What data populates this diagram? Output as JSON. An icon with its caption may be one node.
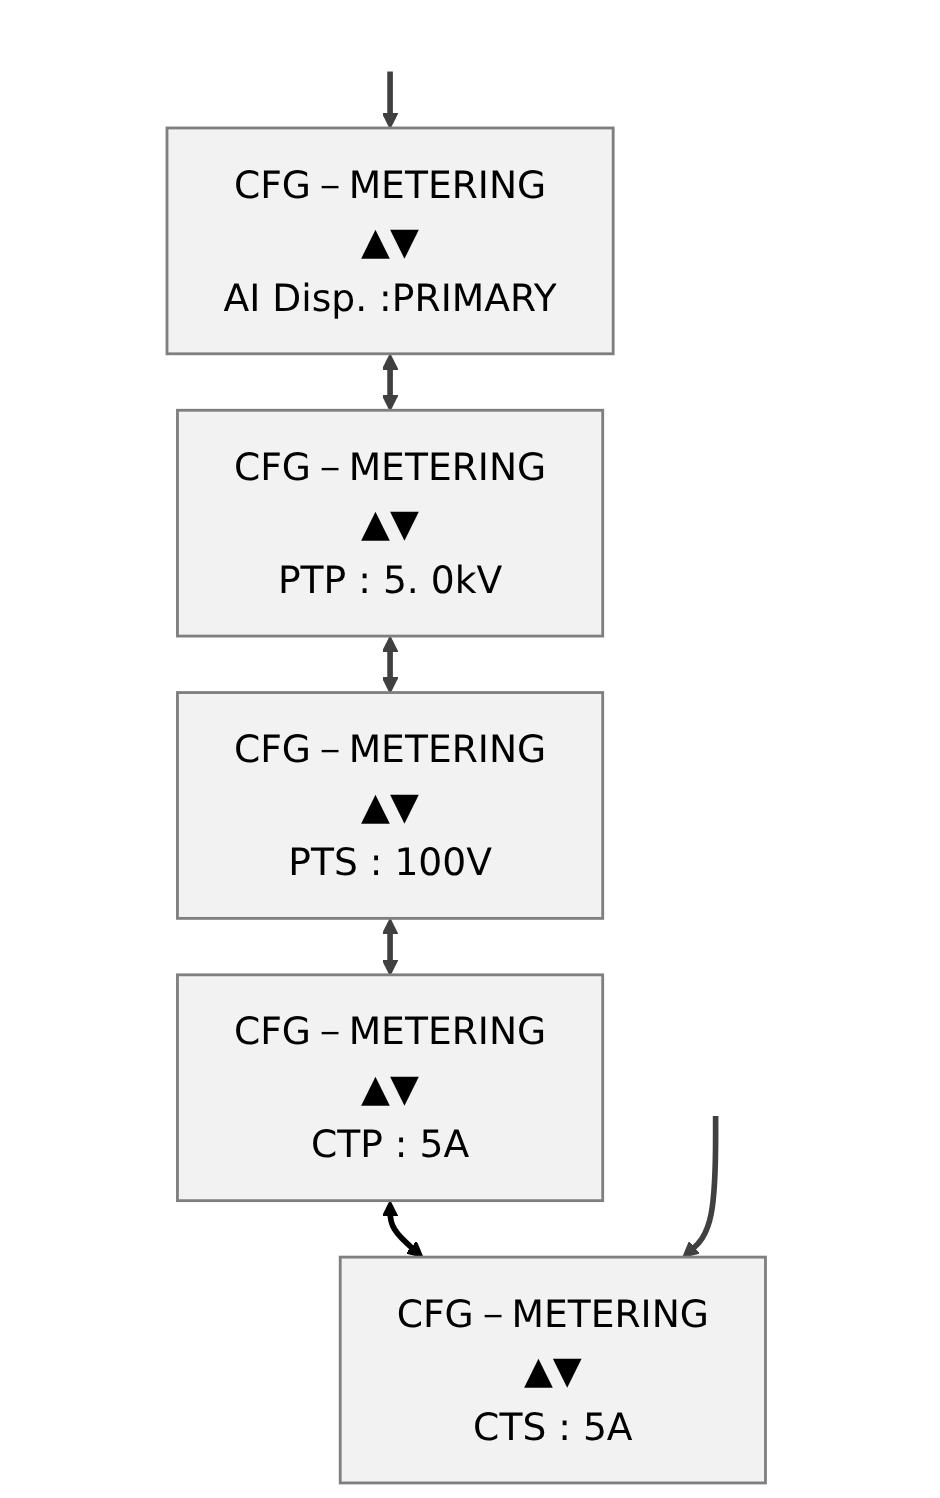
{
  "diagram": {
    "nodes": [
      {
        "text": [
          "CFG－METERING",
          "▲▼",
          "AI Disp. :PRIMARY"
        ]
      },
      {
        "text": [
          "CFG－METERING",
          "▲▼",
          "PTP : 5. 0kV"
        ]
      },
      {
        "text": [
          "CFG－METERING",
          "▲▼",
          "PTS : 100V"
        ]
      },
      {
        "text": [
          "CFG－METERING",
          "▲▼",
          "CTP : 5A"
        ]
      },
      {
        "text": [
          "CFG－METERING",
          "▲▼",
          "CTS : 5A"
        ]
      }
    ],
    "edges": [
      {
        "from": null,
        "to": 0,
        "arrow": "to"
      },
      {
        "from": 0,
        "to": 1,
        "arrow": "both"
      },
      {
        "from": 1,
        "to": 2,
        "arrow": "both"
      },
      {
        "from": 2,
        "to": 3,
        "arrow": "both"
      },
      {
        "from": 3,
        "to": 4,
        "arrow": "both",
        "color": "#000000"
      },
      {
        "from": null,
        "to": 4,
        "arrow": "to"
      }
    ]
  }
}
